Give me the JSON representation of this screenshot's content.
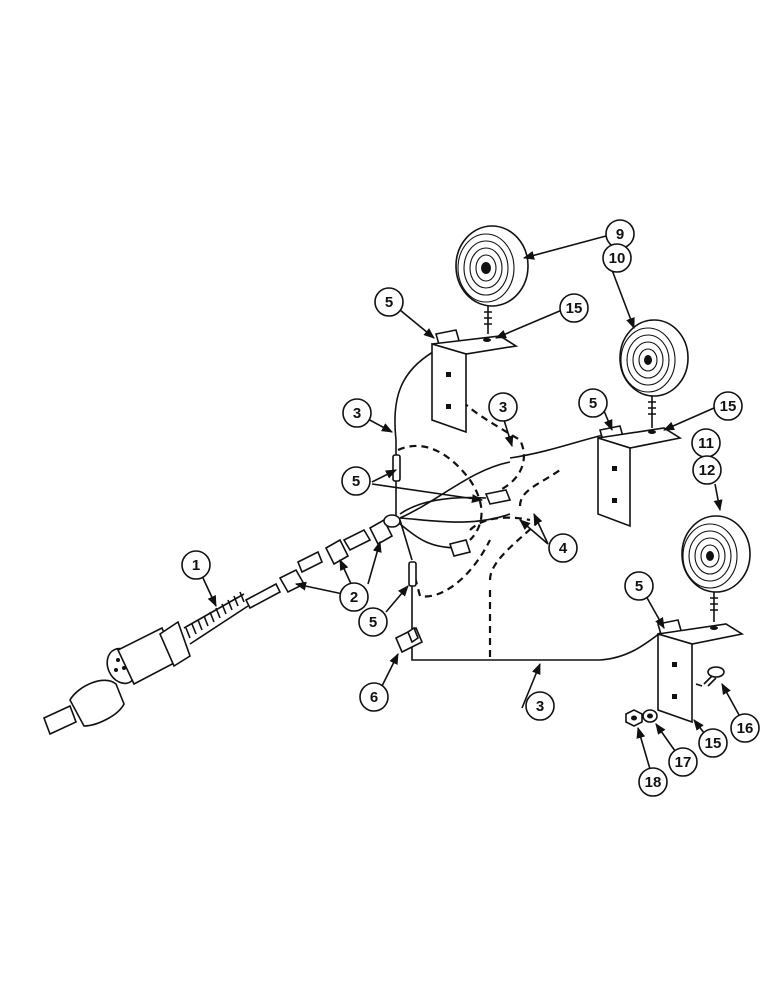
{
  "diagram": {
    "callouts": [
      "1",
      "2",
      "3",
      "3",
      "3",
      "4",
      "5",
      "5",
      "5",
      "5",
      "5",
      "6",
      "9",
      "10",
      "11",
      "12",
      "15",
      "15",
      "15",
      "16",
      "17",
      "18"
    ]
  }
}
